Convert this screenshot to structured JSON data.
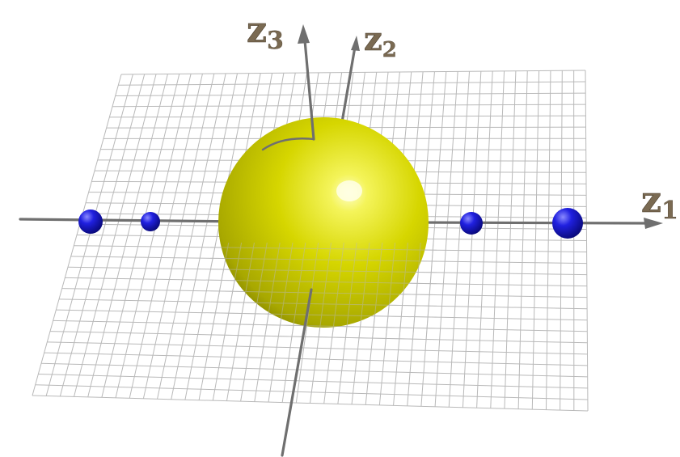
{
  "axes": {
    "z1": {
      "letter": "z",
      "subscript": "1"
    },
    "z2": {
      "letter": "z",
      "subscript": "2"
    },
    "z3": {
      "letter": "z",
      "subscript": "3"
    }
  },
  "colors": {
    "sphere": "#d8d800",
    "sphere_highlight": "#ffff9a",
    "sphere_shadow": "#8a8a00",
    "small_spheres": "#1414c8",
    "axis": "#6f6f6f",
    "grid": "#b9b9b9",
    "label": "#7a6a52"
  },
  "small_spheres": [
    {
      "name": "blue-sphere-far-left"
    },
    {
      "name": "blue-sphere-left"
    },
    {
      "name": "blue-sphere-right"
    },
    {
      "name": "blue-sphere-far-right"
    }
  ]
}
